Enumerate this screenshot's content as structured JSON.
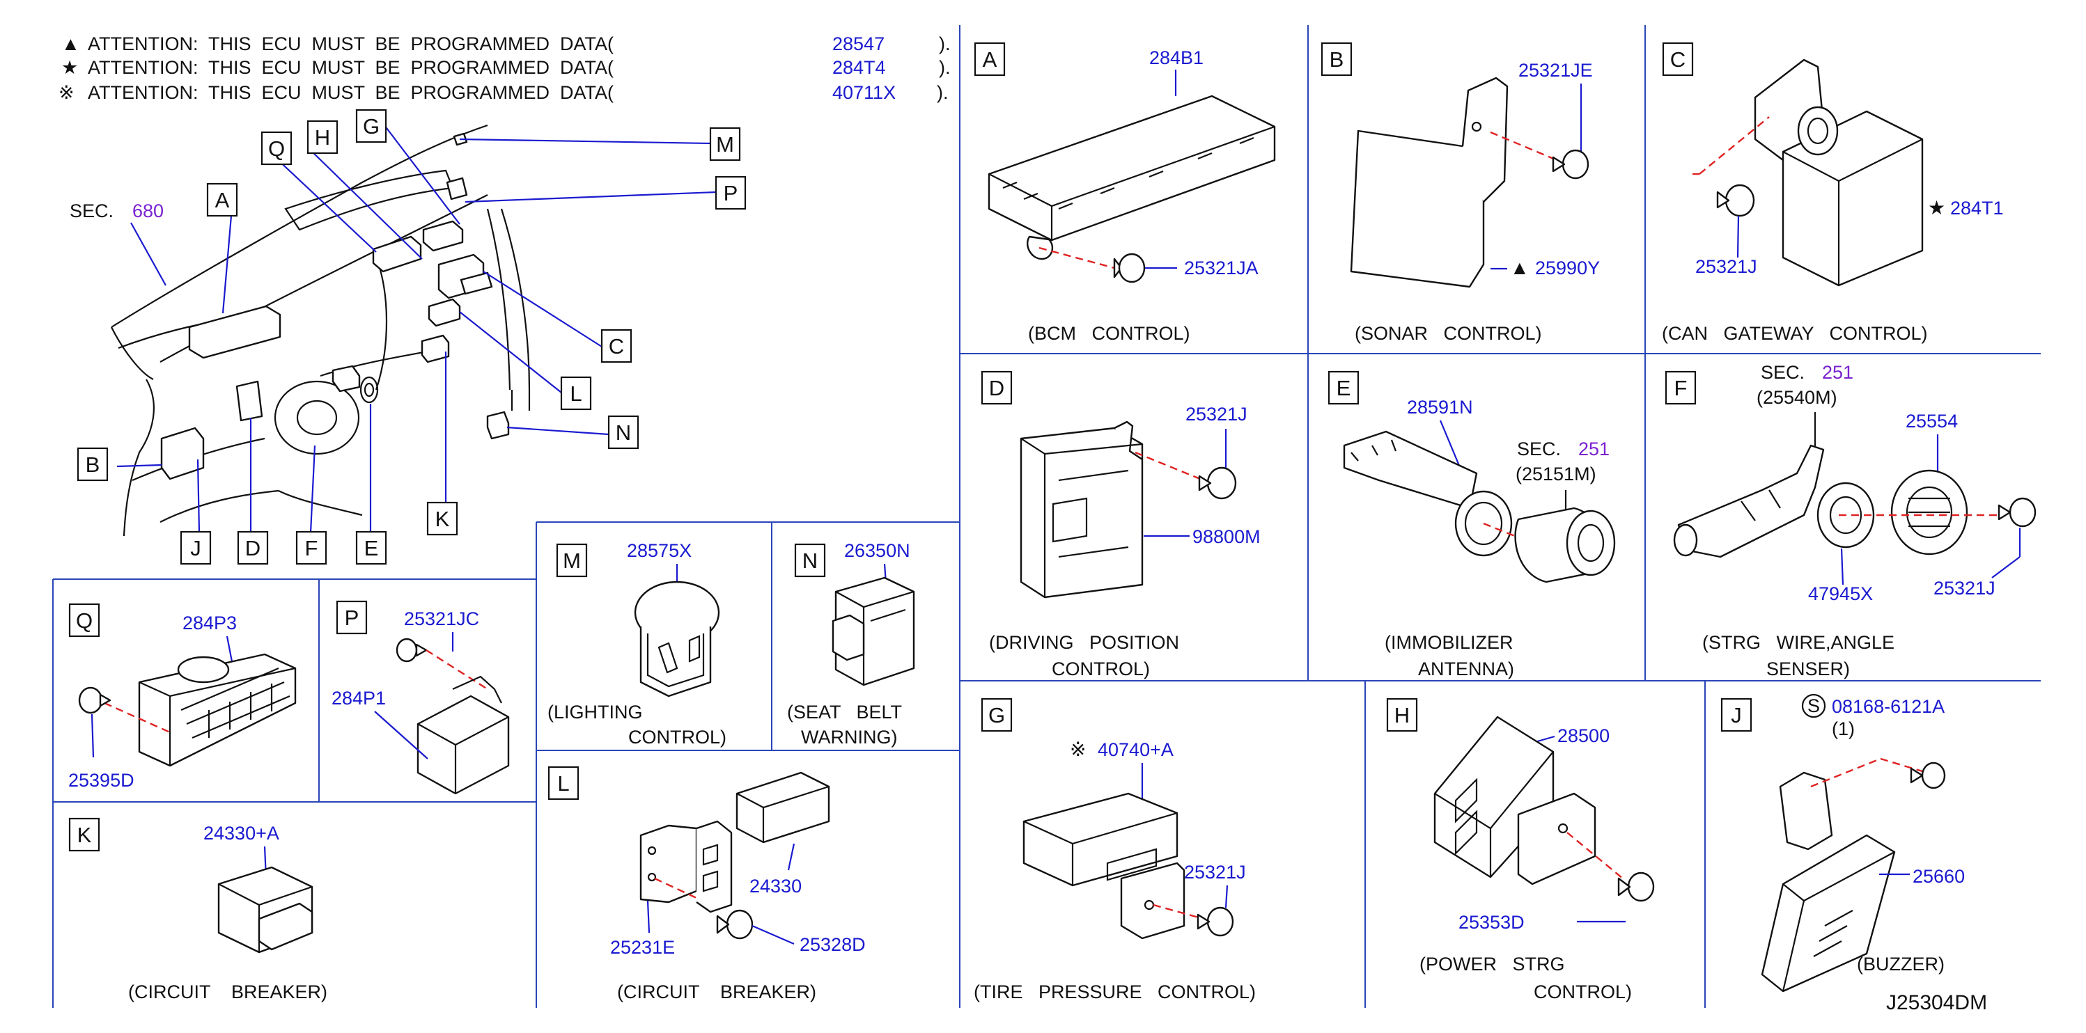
{
  "attention": [
    {
      "mark": "▲",
      "text": "ATTENTION:  THIS  ECU  MUST  BE  PROGRAMMED  DATA(",
      "code": "28547",
      "end": ")."
    },
    {
      "mark": "★",
      "text": "ATTENTION:  THIS  ECU  MUST  BE  PROGRAMMED  DATA(",
      "code": "284T4",
      "end": ")."
    },
    {
      "mark": "※",
      "text": "ATTENTION:  THIS  ECU  MUST  BE  PROGRAMMED  DATA(",
      "code": "40711X",
      "end": ")."
    }
  ],
  "overview": {
    "sec_label": "SEC.",
    "sec_num": "680",
    "callouts": [
      "A",
      "B",
      "C",
      "D",
      "E",
      "F",
      "H",
      "G",
      "J",
      "K",
      "L",
      "M",
      "N",
      "P",
      "Q"
    ]
  },
  "panels": {
    "A": {
      "letter": "A",
      "parts": [
        "284B1",
        "25321JA"
      ],
      "caption": "(BCM   CONTROL)"
    },
    "B": {
      "letter": "B",
      "parts": [
        "25321JE",
        "25990Y"
      ],
      "marker": "▲",
      "caption": "(SONAR   CONTROL)"
    },
    "C": {
      "letter": "C",
      "parts": [
        "284T1",
        "25321J"
      ],
      "marker": "★",
      "caption": "(CAN   GATEWAY   CONTROL)"
    },
    "D": {
      "letter": "D",
      "parts": [
        "25321J",
        "98800M"
      ],
      "caption": [
        "(DRIVING   POSITION",
        "CONTROL)"
      ]
    },
    "E": {
      "letter": "E",
      "parts": [
        "28591N"
      ],
      "sec_label": "SEC.",
      "sec_num": "251",
      "sec_ref": "(25151M)",
      "caption": [
        "(IMMOBILIZER",
        "ANTENNA)"
      ]
    },
    "F": {
      "letter": "F",
      "parts": [
        "25554",
        "47945X",
        "25321J"
      ],
      "sec_label": "SEC.",
      "sec_num": "251",
      "sec_ref": "(25540M)",
      "caption": [
        "(STRG   WIRE,ANGLE",
        "SENSER)"
      ]
    },
    "G": {
      "letter": "G",
      "parts": [
        "40740+A",
        "25321J"
      ],
      "marker": "※",
      "caption": "(TIRE   PRESSURE   CONTROL)"
    },
    "H": {
      "letter": "H",
      "parts": [
        "28500",
        "25353D"
      ],
      "caption": [
        "(POWER   STRG",
        "CONTROL)"
      ]
    },
    "J": {
      "letter": "J",
      "parts": [
        "08168-6121A",
        "25660"
      ],
      "s_mark": "S",
      "qty": "(1)",
      "caption": "(BUZZER)"
    },
    "K": {
      "letter": "K",
      "parts": [
        "24330+A"
      ],
      "caption": "(CIRCUIT    BREAKER)"
    },
    "L": {
      "letter": "L",
      "parts": [
        "24330",
        "25231E",
        "25328D"
      ],
      "caption": "(CIRCUIT    BREAKER)"
    },
    "M": {
      "letter": "M",
      "parts": [
        "28575X"
      ],
      "caption": [
        "(LIGHTING",
        "CONTROL)"
      ]
    },
    "N": {
      "letter": "N",
      "parts": [
        "26350N"
      ],
      "caption": [
        "(SEAT   BELT",
        "WARNING)"
      ]
    },
    "P": {
      "letter": "P",
      "parts": [
        "25321JC",
        "284P1"
      ]
    },
    "Q": {
      "letter": "Q",
      "parts": [
        "284P3",
        "25395D"
      ]
    }
  },
  "diagram_id": "J25304DM"
}
